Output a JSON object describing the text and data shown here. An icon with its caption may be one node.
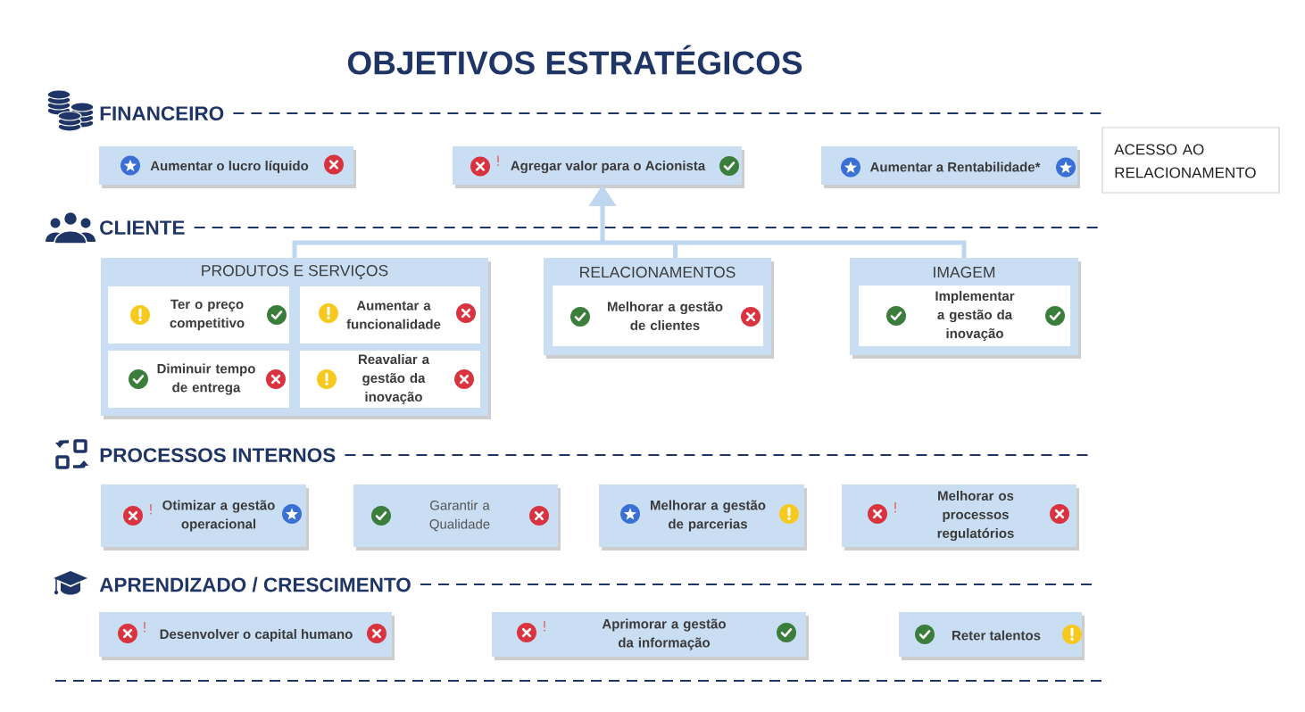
{
  "diagram": {
    "title": "OBJETIVOS ESTRATÉGICOS",
    "nodes": [
      {
        "text": [
          "Aumentar o lucro líquido"
        ]
      },
      {
        "text": [
          "Agregar valor para o Acionista"
        ]
      },
      {
        "text": [
          "Aumentar a Rentabilidade*"
        ]
      },
      {
        "text": [
          "ACESSO AO RELACIONAMENTO"
        ]
      },
      {
        "text": [
          "PRODUTOS E SERVIÇOS"
        ]
      },
      {
        "text": [
          "Ter o preço competitivo"
        ],
        "in": 4
      },
      {
        "text": [
          "Aumentar a funcionalidade"
        ],
        "in": 4
      },
      {
        "text": [
          "Diminuir tempo de entrega"
        ],
        "in": 4
      },
      {
        "text": [
          "Reavaliar a gestão da inovação"
        ],
        "in": 4
      },
      {
        "text": [
          "RELACIONAMENTOS"
        ]
      },
      {
        "text": [
          "Melhorar a gestão de clientes"
        ],
        "in": 9
      },
      {
        "text": [
          "IMAGEM"
        ]
      },
      {
        "text": [
          "Implementar a gestão da inovação"
        ],
        "in": 11
      },
      {
        "text": [
          "Otimizar a gestão operacional"
        ]
      },
      {
        "text": [
          "Garantir a Qualidade"
        ]
      },
      {
        "text": [
          "Melhorar a gestão de parcerias"
        ]
      },
      {
        "text": [
          "Melhorar os processos regulatórios"
        ]
      },
      {
        "text": [
          "Desenvolver o capital humano"
        ]
      },
      {
        "text": [
          "Aprimorar a gestão da informação"
        ]
      },
      {
        "text": [
          "Reter talentos"
        ]
      }
    ],
    "edges": [
      {
        "from": 4,
        "to": 1,
        "arrow": "to"
      },
      {
        "from": 9,
        "to": 1,
        "arrow": "to"
      },
      {
        "from": 11,
        "to": 1,
        "arrow": "to"
      }
    ],
    "labels": [
      "FINANCEIRO",
      "CLIENTE",
      "PROCESSOS INTERNOS",
      "APRENDIZADO / CRESCIMENTO"
    ]
  }
}
